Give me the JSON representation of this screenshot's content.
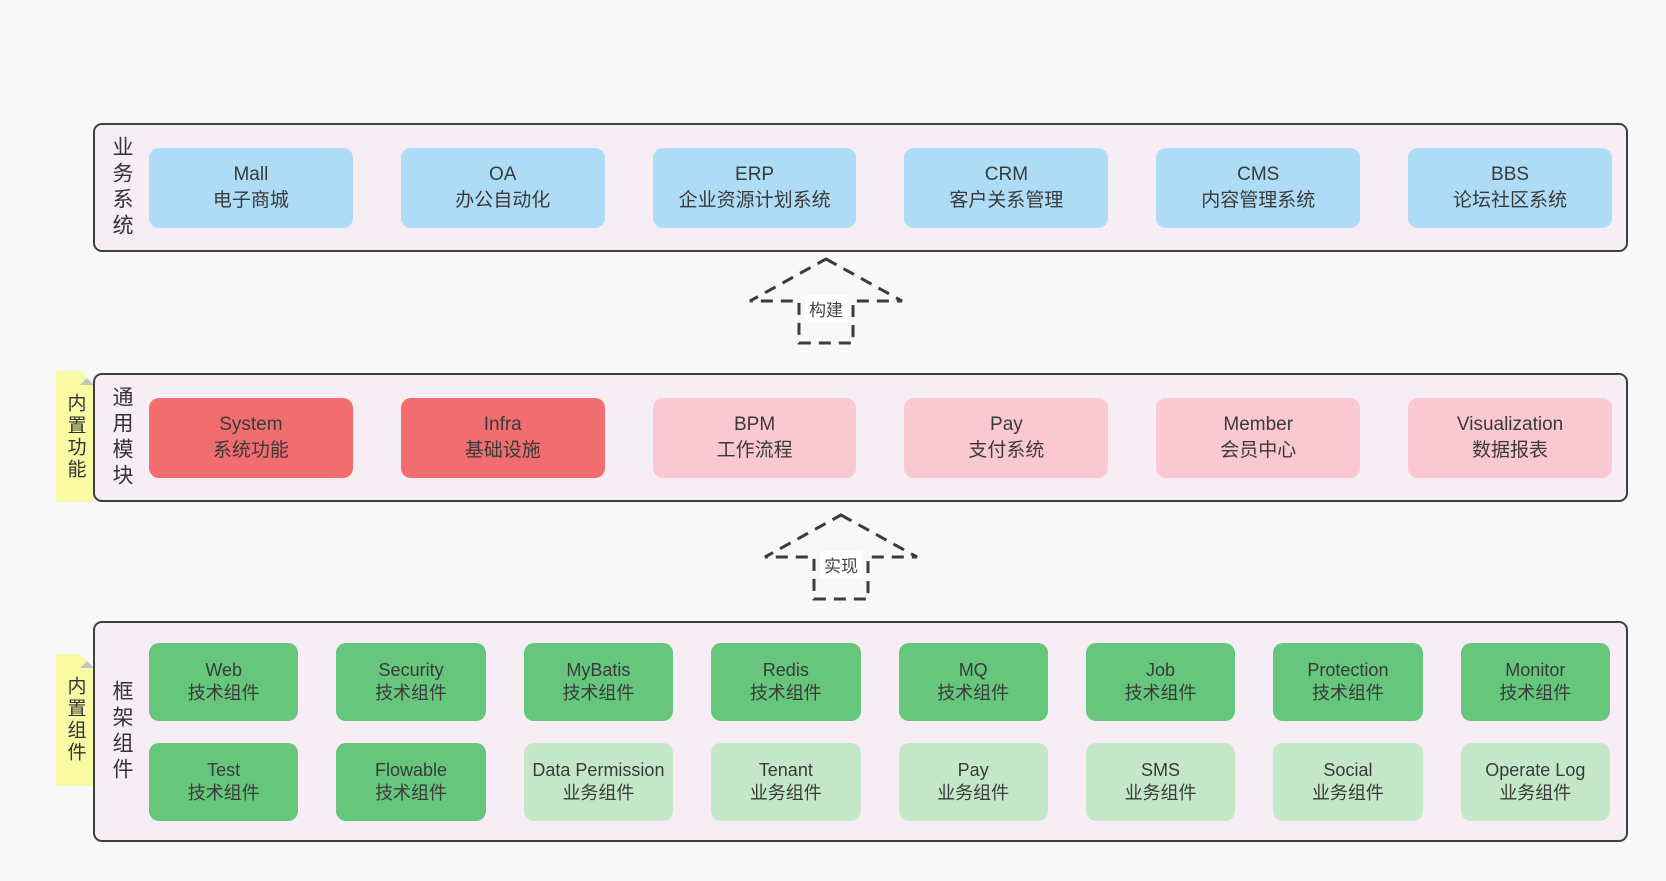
{
  "colors": {
    "page_background": "#f8f8f8",
    "container_background": "#f7edf5",
    "container_border": "#3f3f3f",
    "blue_box": "#aedcf6",
    "red_box": "#f26d6f",
    "pink_box": "#fac8d1",
    "green_box": "#65c67c",
    "green_light_box": "#c4e8c7",
    "sticky_yellow": "#fafaa4",
    "fold_gray": "#c2c2c2",
    "text": "#3a3a3a"
  },
  "arrows": [
    {
      "label": "构建"
    },
    {
      "label": "实现"
    }
  ],
  "layers": [
    {
      "title": "业务系统",
      "boxes": [
        {
          "name": "Mall",
          "desc": "电子商城"
        },
        {
          "name": "OA",
          "desc": "办公自动化"
        },
        {
          "name": "ERP",
          "desc": "企业资源计划系统"
        },
        {
          "name": "CRM",
          "desc": "客户关系管理"
        },
        {
          "name": "CMS",
          "desc": "内容管理系统"
        },
        {
          "name": "BBS",
          "desc": "论坛社区系统"
        }
      ]
    },
    {
      "tag": "内置功能",
      "title": "通用模块",
      "boxes": [
        {
          "name": "System",
          "desc": "系统功能"
        },
        {
          "name": "Infra",
          "desc": "基础设施"
        },
        {
          "name": "BPM",
          "desc": "工作流程"
        },
        {
          "name": "Pay",
          "desc": "支付系统"
        },
        {
          "name": "Member",
          "desc": "会员中心"
        },
        {
          "name": "Visualization",
          "desc": "数据报表"
        }
      ]
    },
    {
      "tag": "内置组件",
      "title": "框架组件",
      "rows": [
        [
          {
            "name": "Web",
            "desc": "技术组件"
          },
          {
            "name": "Security",
            "desc": "技术组件"
          },
          {
            "name": "MyBatis",
            "desc": "技术组件"
          },
          {
            "name": "Redis",
            "desc": "技术组件"
          },
          {
            "name": "MQ",
            "desc": "技术组件"
          },
          {
            "name": "Job",
            "desc": "技术组件"
          },
          {
            "name": "Protection",
            "desc": "技术组件"
          },
          {
            "name": "Monitor",
            "desc": "技术组件"
          }
        ],
        [
          {
            "name": "Test",
            "desc": "技术组件"
          },
          {
            "name": "Flowable",
            "desc": "技术组件"
          },
          {
            "name": "Data Permission",
            "desc": "业务组件"
          },
          {
            "name": "Tenant",
            "desc": "业务组件"
          },
          {
            "name": "Pay",
            "desc": "业务组件"
          },
          {
            "name": "SMS",
            "desc": "业务组件"
          },
          {
            "name": "Social",
            "desc": "业务组件"
          },
          {
            "name": "Operate Log",
            "desc": "业务组件"
          }
        ]
      ]
    }
  ]
}
